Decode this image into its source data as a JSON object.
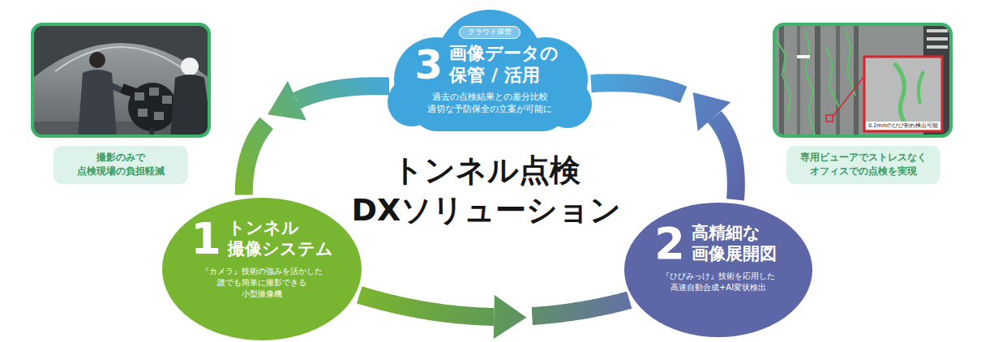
{
  "diagram": {
    "title": "トンネル点検 DXソリューション",
    "nodes": [
      {
        "text": [
          "3",
          "画像データの 保管 / 活用",
          "過去の点検結果との差分比較 適切な予防保全の立案が可能に"
        ]
      },
      {
        "text": [
          "クラウド保管"
        ],
        "in": 0
      },
      {
        "text": [
          "撮影のみで 点検現場の負担軽減"
        ]
      },
      {
        "text": [
          "専用ビューアでストレスなく オフィスでの点検を実現"
        ]
      },
      {
        "text": [
          "1",
          "トンネル 撮像システム",
          "『カメラ』技術の強みを活かした 誰でも簡単に撮影できる 小型撮像機"
        ]
      },
      {
        "text": [
          "2",
          "高精細な 画像展開図",
          "『ひびみっけ』技術を応用した 高速自動合成+AI変状検出"
        ]
      }
    ],
    "edges": [
      {
        "from": 4,
        "to": 5,
        "arrow": "to"
      },
      {
        "from": 5,
        "to": 0,
        "arrow": "to"
      },
      {
        "from": 0,
        "to": 4,
        "arrow": "to"
      }
    ],
    "labels": [
      "0.2mmのひび割れ検出可能"
    ]
  }
}
